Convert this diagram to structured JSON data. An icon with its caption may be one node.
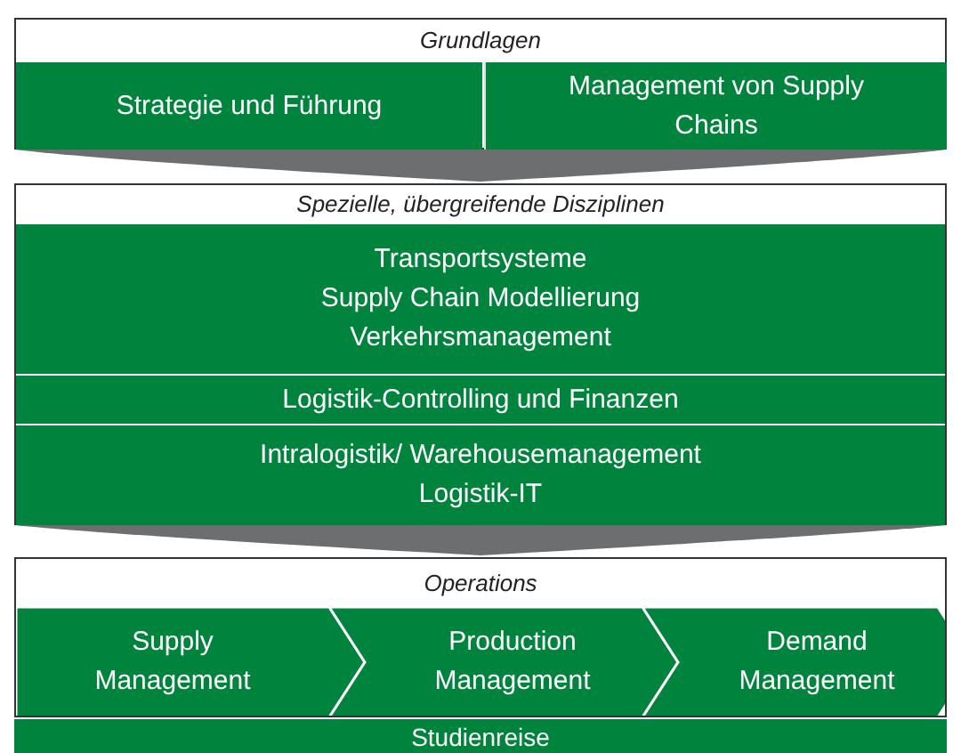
{
  "diagram": {
    "nodes": [
      {
        "text": [
          "Grundlagen"
        ]
      },
      {
        "text": [
          "Strategie und Führung"
        ],
        "in": 0
      },
      {
        "text": [
          "Management von Supply Chains"
        ],
        "in": 0
      },
      {
        "text": [
          "Spezielle, übergreifende Disziplinen"
        ]
      },
      {
        "text": [
          "Transportsysteme",
          "Supply Chain Modellierung",
          "Verkehrsmanagement"
        ],
        "in": 3
      },
      {
        "text": [
          "Logistik-Controlling und Finanzen"
        ],
        "in": 3
      },
      {
        "text": [
          "Intralogistik/ Warehousemanagement",
          "Logistik-IT"
        ],
        "in": 3
      },
      {
        "text": [
          "Operations"
        ]
      },
      {
        "text": [
          "Supply Management"
        ],
        "in": 7
      },
      {
        "text": [
          "Production Management"
        ],
        "in": 7
      },
      {
        "text": [
          "Demand Management"
        ],
        "in": 7
      },
      {
        "text": [
          "Studienreise"
        ]
      }
    ],
    "edges": [
      {
        "from": 0,
        "to": 3,
        "arrow": "to"
      },
      {
        "from": 3,
        "to": 7,
        "arrow": "to"
      }
    ]
  }
}
